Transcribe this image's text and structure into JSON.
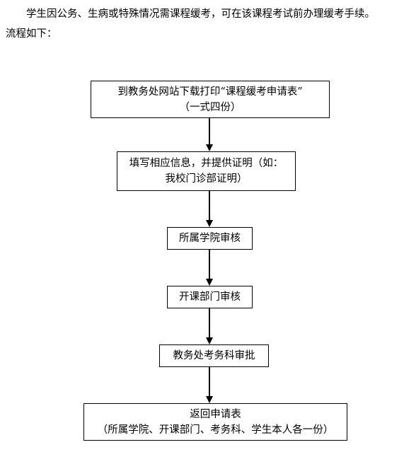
{
  "intro": {
    "line1": "学生因公务、生病或特殊情况需课程缓考，可在该课程考试前办理缓考手续。",
    "line2": "流程如下："
  },
  "flow": {
    "step1": {
      "line1": "到教务处网站下载打印“课程缓考申请表”",
      "line2": "（一式四份）"
    },
    "step2": {
      "line1": "填写相应信息，并提供证明（如：",
      "line2": "我校门诊部证明）"
    },
    "step3": {
      "label": "所属学院审核"
    },
    "step4": {
      "label": "开课部门审核"
    },
    "step5": {
      "label": "教务处考务科审批"
    },
    "step6": {
      "line1": "返回申请表",
      "line2": "（所属学院、开课部门、考务科、学生本人各一份）"
    }
  }
}
